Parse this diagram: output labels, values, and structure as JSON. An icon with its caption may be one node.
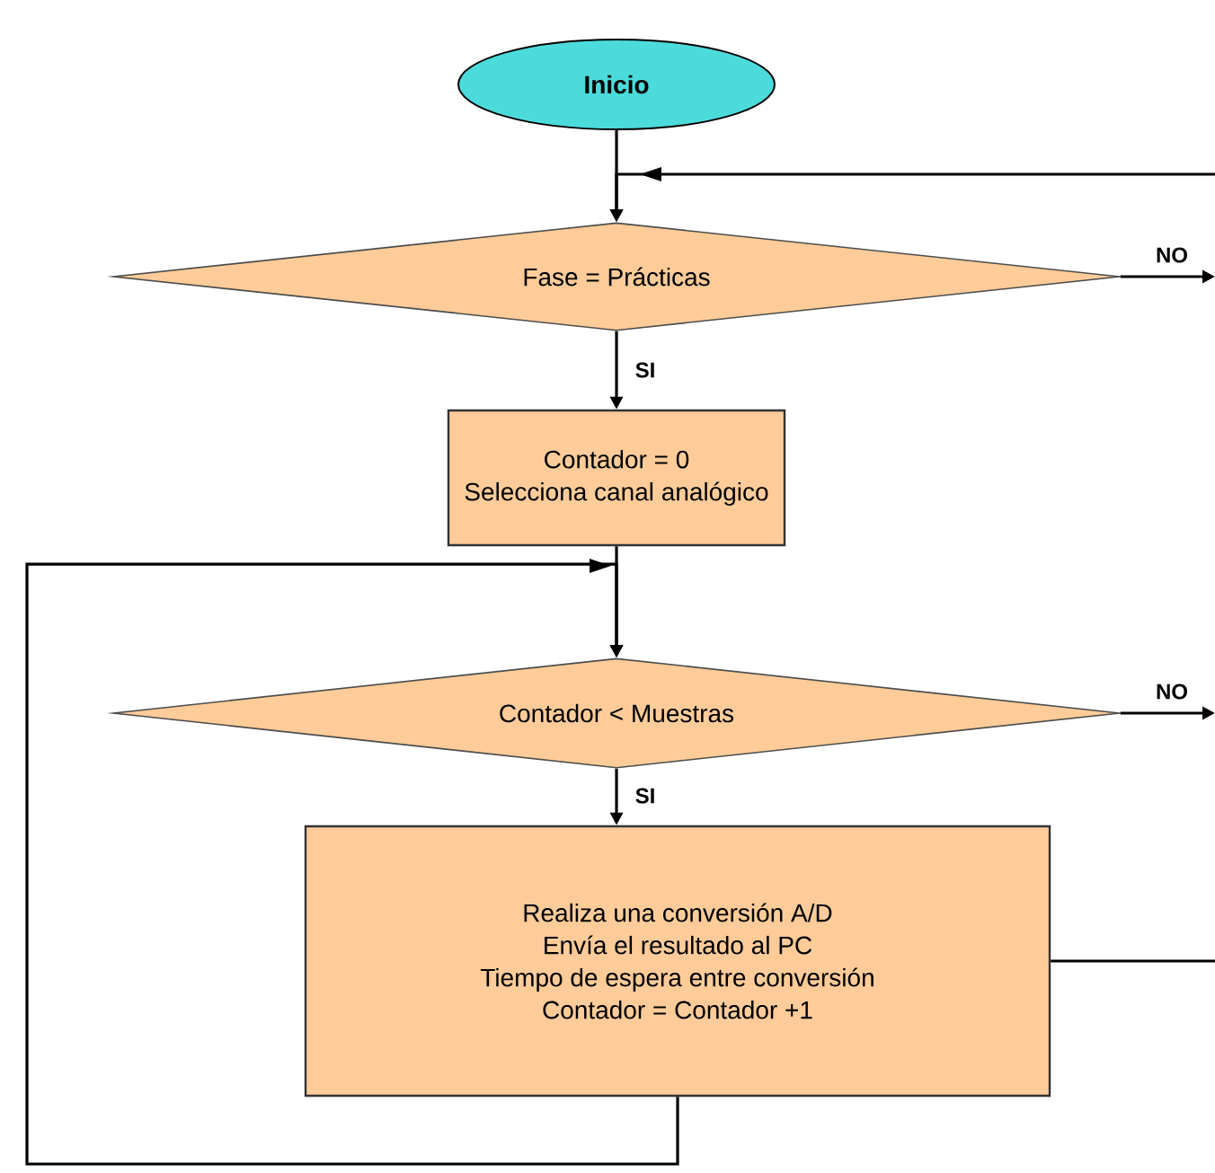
{
  "diagram": {
    "nodes": [
      {
        "text": [
          "Inicio"
        ]
      },
      {
        "text": [
          "Fase = Prácticas"
        ]
      },
      {
        "text": [
          "Contador = 0",
          "Selecciona canal analógico"
        ]
      },
      {
        "text": [
          "Contador < Muestras"
        ]
      },
      {
        "text": [
          "Realiza una conversión A/D",
          "Envía el resultado al PC",
          "Tiempo de espera entre conversión",
          "Contador = Contador +1"
        ]
      }
    ],
    "edges": [
      {
        "from": 0,
        "to": 1,
        "arrow": "to"
      },
      {
        "from": null,
        "to": 1,
        "arrow": "to"
      },
      {
        "from": 1,
        "to": null,
        "arrow": "to",
        "label": "NO"
      },
      {
        "from": 1,
        "to": 2,
        "arrow": "to",
        "label": "SI"
      },
      {
        "from": 2,
        "to": 3,
        "arrow": "to"
      },
      {
        "from": 4,
        "to": 3,
        "arrow": "to"
      },
      {
        "from": 3,
        "to": null,
        "arrow": "to",
        "label": "NO"
      },
      {
        "from": 3,
        "to": 4,
        "arrow": "to",
        "label": "SI"
      },
      {
        "from": 4,
        "to": null,
        "arrow": "none"
      }
    ]
  }
}
